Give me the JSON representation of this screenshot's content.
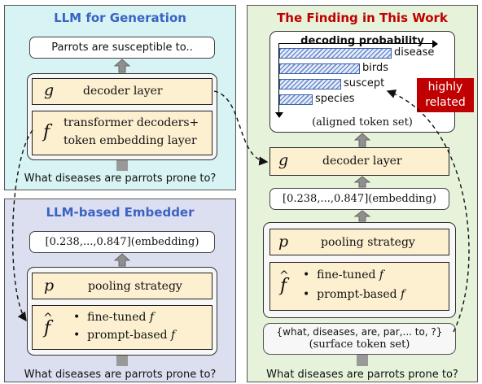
{
  "colors": {
    "gen_panel_bg": "#d7f3f3",
    "gen_title": "#3a63c4",
    "emb_panel_bg": "#dcdff0",
    "emb_title": "#3a63c4",
    "finding_panel_bg": "#e6f2da",
    "finding_title": "#c00000",
    "highly_related_bg": "#c00000",
    "block_fill": "#fdf0d0",
    "bar_color": "#3b5ea8"
  },
  "generation": {
    "title": "LLM for Generation",
    "output_text": "Parrots are susceptible to..",
    "g_symbol": "g",
    "g_label": "decoder layer",
    "f_symbol": "f",
    "f_label_line1": "transformer decoders+",
    "f_label_line2": "token embedding layer",
    "query": "What diseases are parrots prone to?"
  },
  "embedder": {
    "title": "LLM-based Embedder",
    "embedding_text": "[0.238,...,0.847](embedding)",
    "p_symbol": "p",
    "p_label": "pooling strategy",
    "fhat_symbol": "f",
    "bullet1_text": "fine-tuned ",
    "bullet1_sym": "f",
    "bullet2_text": "prompt-based ",
    "bullet2_sym": "f",
    "query": "What diseases are parrots prone to?"
  },
  "finding": {
    "title": "The Finding in This Work",
    "probability_title": "decoding probability",
    "aligned_caption": "(aligned token set)",
    "highly_related_line1": "highly",
    "highly_related_line2": "related",
    "g_symbol": "g",
    "g_label": "decoder layer",
    "embedding_text": "[0.238,...,0.847](embedding)",
    "p_symbol": "p",
    "p_label": "pooling strategy",
    "fhat_symbol": "f",
    "bullet1_text": "fine-tuned ",
    "bullet1_sym": "f",
    "bullet2_text": "prompt-based ",
    "bullet2_sym": "f",
    "surface_tokens": "{what, diseases, are, par,... to, ?}",
    "surface_caption": "(surface token set)",
    "query": "What diseases are parrots prone to?"
  },
  "chart_data": {
    "type": "bar",
    "title": "decoding probability",
    "categories": [
      "disease",
      "birds",
      "suscept",
      "species"
    ],
    "values": [
      1.0,
      0.72,
      0.55,
      0.3
    ]
  }
}
